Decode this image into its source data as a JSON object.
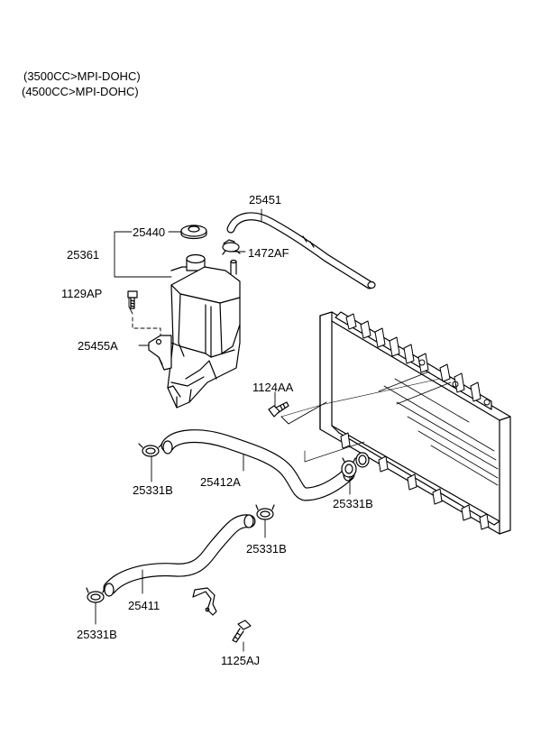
{
  "notes": {
    "line1": "(3500CC>MPI-DOHC)",
    "line2": "(4500CC>MPI-DOHC)"
  },
  "labels": {
    "p25451": "25451",
    "p25440": "25440",
    "p25361": "25361",
    "p1472AF": "1472AF",
    "p1129AP": "1129AP",
    "p25455A": "25455A",
    "p1124AA": "1124AA",
    "p25331B_a": "25331B",
    "p25412A": "25412A",
    "p25331B_b": "25331B",
    "p25331B_c": "25331B",
    "p25411": "25411",
    "p25331B_d": "25331B",
    "p1125AJ": "1125AJ"
  }
}
